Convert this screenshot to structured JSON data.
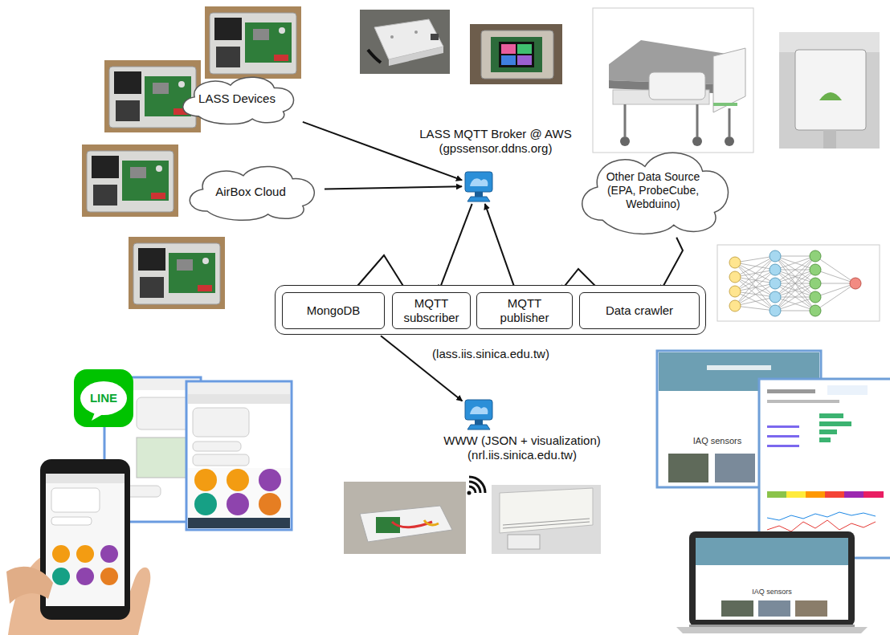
{
  "diagram": {
    "nodes": [
      {
        "text": [
          "LASS Devices"
        ]
      },
      {
        "text": [
          "AirBox Cloud"
        ]
      },
      {
        "text": [
          "LASS MQTT Broker @ AWS",
          "(gpssensor.ddns.org)"
        ]
      },
      {
        "text": [
          "Other Data Source (EPA, ProbeCube, Webduino)"
        ]
      },
      {
        "text": [
          "(lass.iis.sinica.edu.tw)"
        ]
      },
      {
        "text": [
          "MongoDB"
        ],
        "in": 4
      },
      {
        "text": [
          "MQTT subscriber"
        ],
        "in": 4
      },
      {
        "text": [
          "MQTT publisher"
        ],
        "in": 4
      },
      {
        "text": [
          "Data crawler"
        ],
        "in": 4
      },
      {
        "text": [
          "WWW (JSON + visualization)",
          "(nrl.iis.sinica.edu.tw)"
        ]
      }
    ],
    "edges": [
      {
        "from": 0,
        "to": 2,
        "arrow": "to"
      },
      {
        "from": 1,
        "to": 2,
        "arrow": "to"
      },
      {
        "from": 2,
        "to": 6,
        "arrow": "to"
      },
      {
        "from": 7,
        "to": 2,
        "arrow": "to"
      },
      {
        "from": 3,
        "to": 8,
        "arrow": "to"
      },
      {
        "from": 8,
        "to": 7,
        "arrow": "to"
      },
      {
        "from": 6,
        "to": 5,
        "arrow": "to"
      },
      {
        "from": 4,
        "to": 9,
        "arrow": "to"
      }
    ],
    "labels": [
      "LINE",
      "IAQ sensors",
      "IAQ sensors"
    ]
  }
}
